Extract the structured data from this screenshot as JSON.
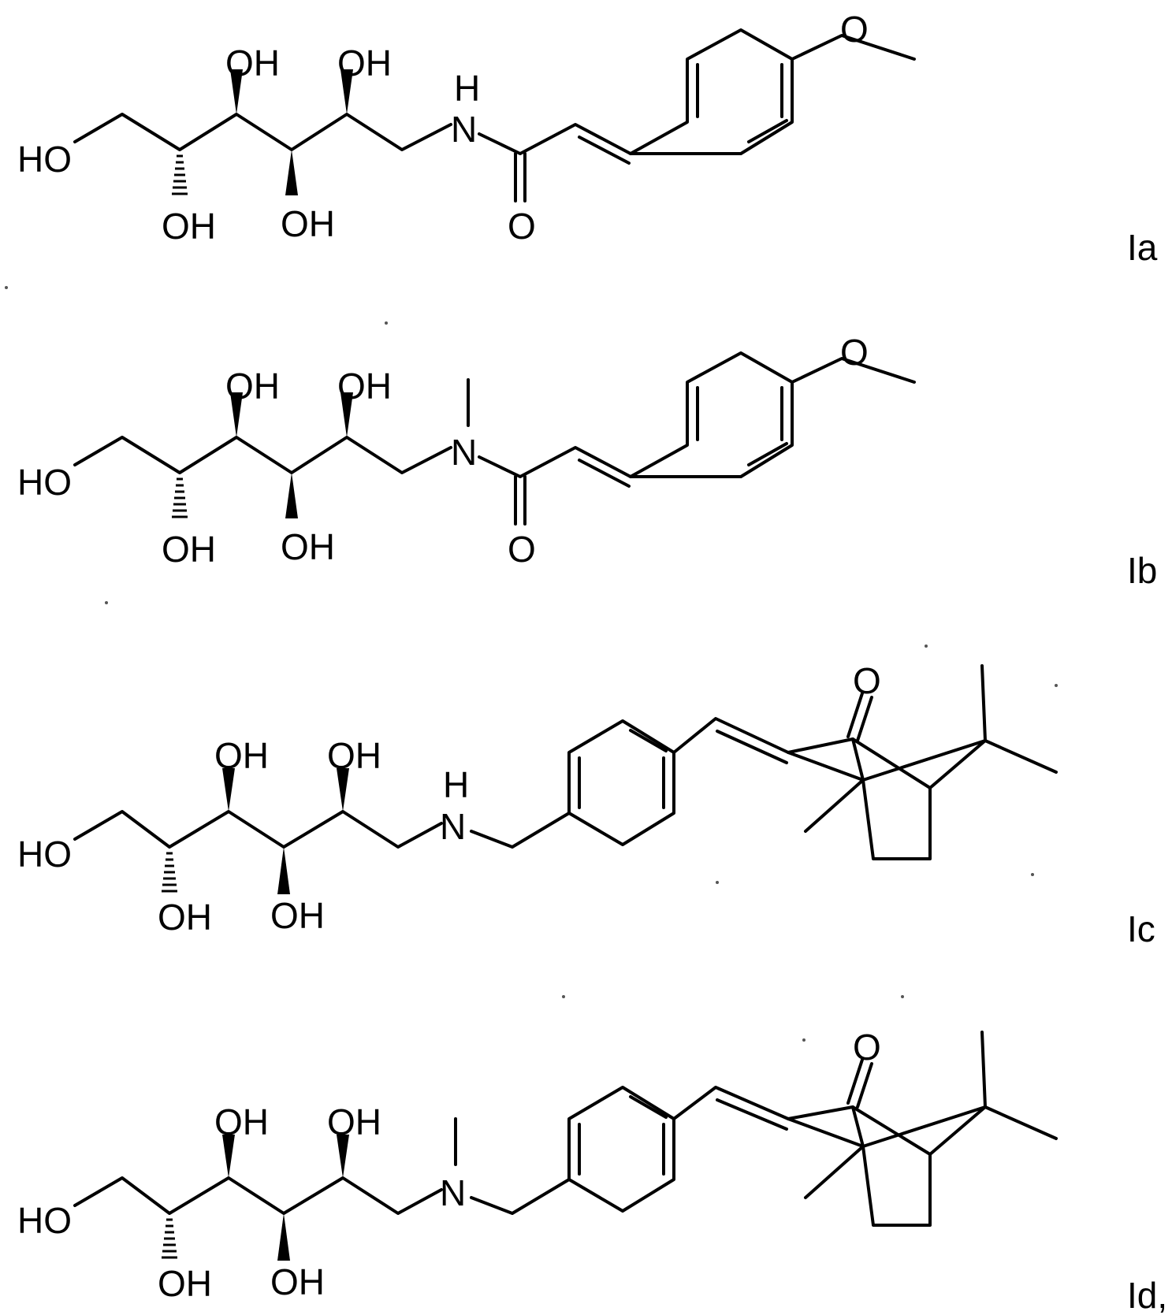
{
  "structures": [
    {
      "label": "Ia",
      "atoms": {
        "ho": "HO",
        "oh": "OH",
        "n": "N",
        "h": "H",
        "o": "O"
      }
    },
    {
      "label": "Ib",
      "atoms": {
        "ho": "HO",
        "oh": "OH",
        "n": "N",
        "o": "O"
      }
    },
    {
      "label": "Ic",
      "atoms": {
        "ho": "HO",
        "oh": "OH",
        "n": "N",
        "h": "H",
        "o": "O"
      }
    },
    {
      "label": "Id,",
      "atoms": {
        "ho": "HO",
        "oh": "OH",
        "n": "N",
        "o": "O"
      }
    }
  ]
}
